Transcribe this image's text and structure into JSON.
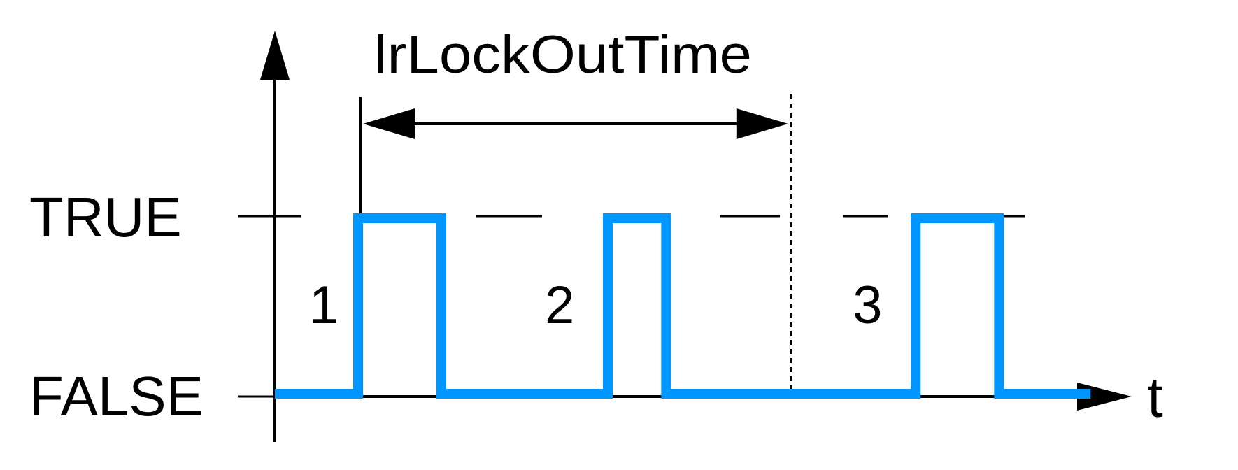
{
  "labels": {
    "time_param": "lrLockOutTime",
    "true_level": "TRUE",
    "false_level": "FALSE",
    "time_axis": "t"
  },
  "pulses": [
    {
      "label": "1",
      "start": 1,
      "end": 2
    },
    {
      "label": "2",
      "start": 4,
      "end": 4.7
    },
    {
      "label": "3",
      "start": 7.7,
      "end": 8.7
    }
  ],
  "signal_end": 9.8,
  "lockout_window": {
    "start": 1,
    "end": 6.2
  },
  "colors": {
    "signal": "#0096ff",
    "lines": "#000000",
    "background": "#ffffff"
  }
}
